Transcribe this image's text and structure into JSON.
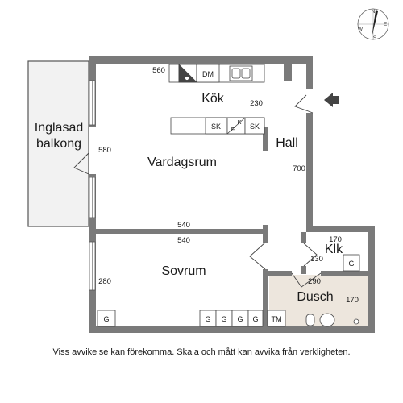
{
  "compass": {
    "n": "N",
    "e": "E",
    "s": "S",
    "w": "W"
  },
  "rooms": {
    "balcony_line1": "Inglasad",
    "balcony_line2": "balkong",
    "kitchen": "Kök",
    "living": "Vardagsrum",
    "hall": "Hall",
    "bedroom": "Sovrum",
    "closet": "Klk",
    "shower": "Dusch"
  },
  "dimensions": {
    "d560": "560",
    "d230": "230",
    "d580": "580",
    "d700": "700",
    "d540a": "540",
    "d540b": "540",
    "d280": "280",
    "d170a": "170",
    "d130": "130",
    "d290": "290",
    "d170b": "170"
  },
  "fixtures": {
    "dm": "DM",
    "sk1": "SK",
    "k": "K",
    "f": "F",
    "sk2": "SK",
    "g_bed_left": "G",
    "g1": "G",
    "g2": "G",
    "g3": "G",
    "g4": "G",
    "tm": "TM",
    "g_closet": "G"
  },
  "colors": {
    "wall": "#7a7a7a",
    "balcony": "#f2f2f2",
    "bathroom": "#ede6dd",
    "line": "#444444"
  },
  "footer": "Viss avvikelse kan förekomma. Skala och mått kan avvika från verkligheten."
}
